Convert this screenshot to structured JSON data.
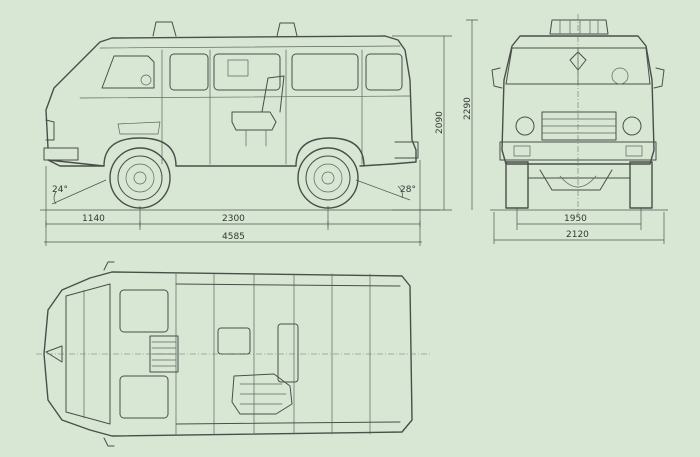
{
  "dimensions": {
    "front_overhang": "1140",
    "wheelbase": "2300",
    "overall_length": "4585",
    "height_roof": "2090",
    "height_overall": "2290",
    "track": "1950",
    "overall_width": "2120",
    "approach_angle": "24°",
    "departure_angle": "28°"
  },
  "colors": {
    "paper": "#d7e7d3",
    "border": "#c9dcc9",
    "line": "#4a4e4a"
  }
}
